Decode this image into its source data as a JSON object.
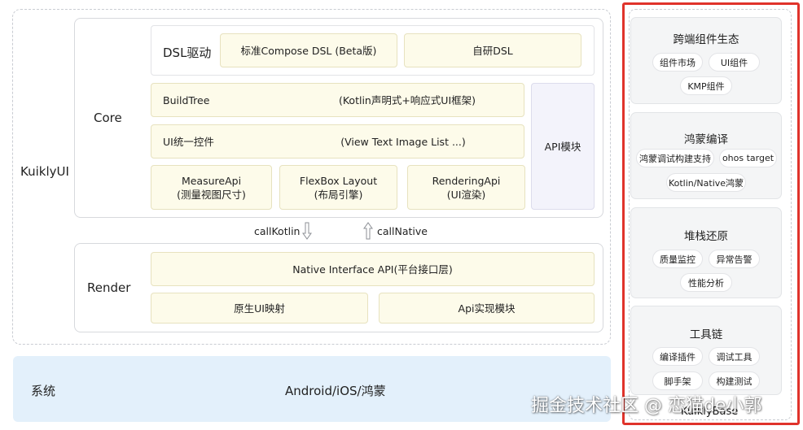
{
  "kuikly": {
    "label": "KuiklyUI",
    "core": {
      "label": "Core",
      "dsl": {
        "label": "DSL驱动",
        "compose": "标准Compose DSL (Beta版)",
        "self": "自研DSL"
      },
      "buildtree": {
        "left": "BuildTree",
        "right": "(Kotlin声明式+响应式UI框架)"
      },
      "ui_control": {
        "left": "UI统一控件",
        "right": "(View Text Image List ...)"
      },
      "measure": {
        "line1": "MeasureApi",
        "line2": "(测量视图尺寸)"
      },
      "flexbox": {
        "line1": "FlexBox Layout",
        "line2": "(布局引擎)"
      },
      "rendering": {
        "line1": "RenderingApi",
        "line2": "(UI渲染)"
      },
      "api_module": "API模块"
    },
    "arrows": {
      "call_kotlin": "callKotlin",
      "call_native": "callNative"
    },
    "render": {
      "label": "Render",
      "native_interface": "Native Interface API(平台接口层)",
      "native_ui": "原生UI映射",
      "api_impl": "Api实现模块"
    }
  },
  "system": {
    "label": "系统",
    "platforms": "Android/iOS/鸿蒙"
  },
  "kuikly_base": {
    "label": "KuiklyBase",
    "cards": [
      {
        "title": "跨端组件生态",
        "chips": [
          "组件市场",
          "UI组件",
          "KMP组件"
        ]
      },
      {
        "title": "鸿蒙编译",
        "chips": [
          "鸿蒙调试构建支持",
          "ohos target",
          "Kotlin/Native鸿蒙"
        ]
      },
      {
        "title": "堆栈还原",
        "chips": [
          "质量监控",
          "异常告警",
          "性能分析"
        ]
      },
      {
        "title": "工具链",
        "chips": [
          "编译插件",
          "调试工具",
          "脚手架",
          "构建测试"
        ]
      }
    ]
  },
  "watermark": "掘金技术社区 @ 恋猫de小郭",
  "colors": {
    "highlight_border": "#e0332b",
    "pale_yellow": "#fdfbea",
    "lavender": "#f3f3fb",
    "system_blue": "#e3f0fb"
  }
}
